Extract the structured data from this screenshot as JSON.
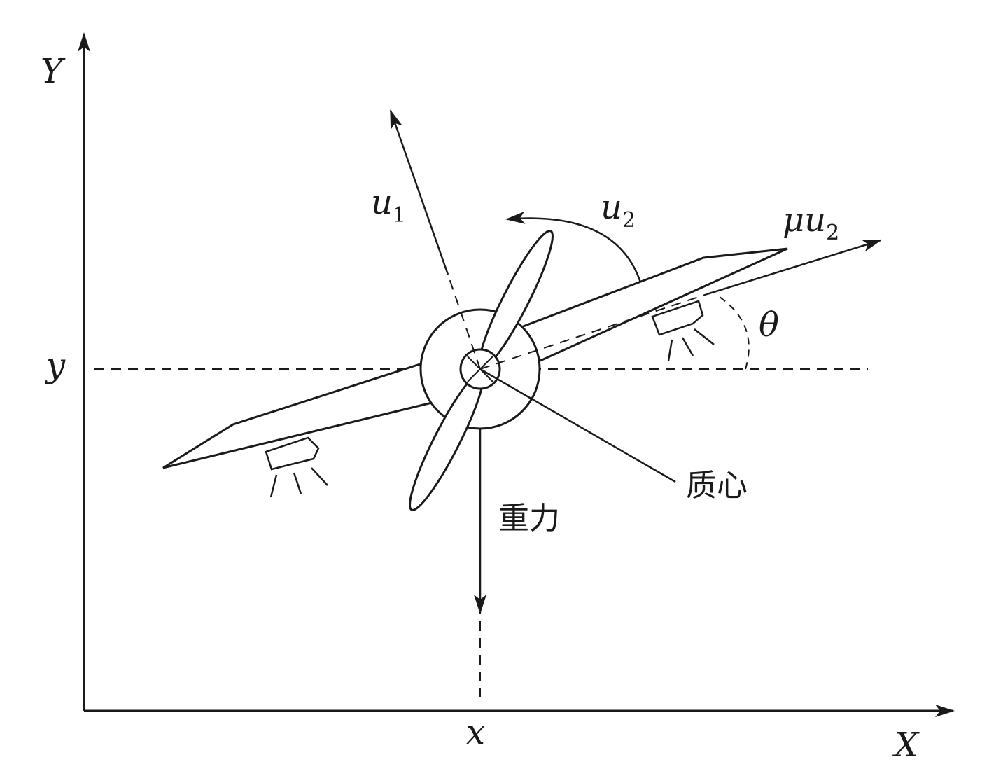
{
  "axes": {
    "x_axis_label": "X",
    "y_axis_label": "Y",
    "x_position_label": "x",
    "y_position_label": "y"
  },
  "forces": {
    "u1": {
      "symbol": "u",
      "subscript": "1"
    },
    "u2": {
      "symbol": "u",
      "subscript": "2"
    },
    "mu_u2": {
      "symbol": "μu",
      "subscript": "2"
    },
    "theta": "θ",
    "gravity": "重力",
    "center_of_mass": "质心"
  }
}
